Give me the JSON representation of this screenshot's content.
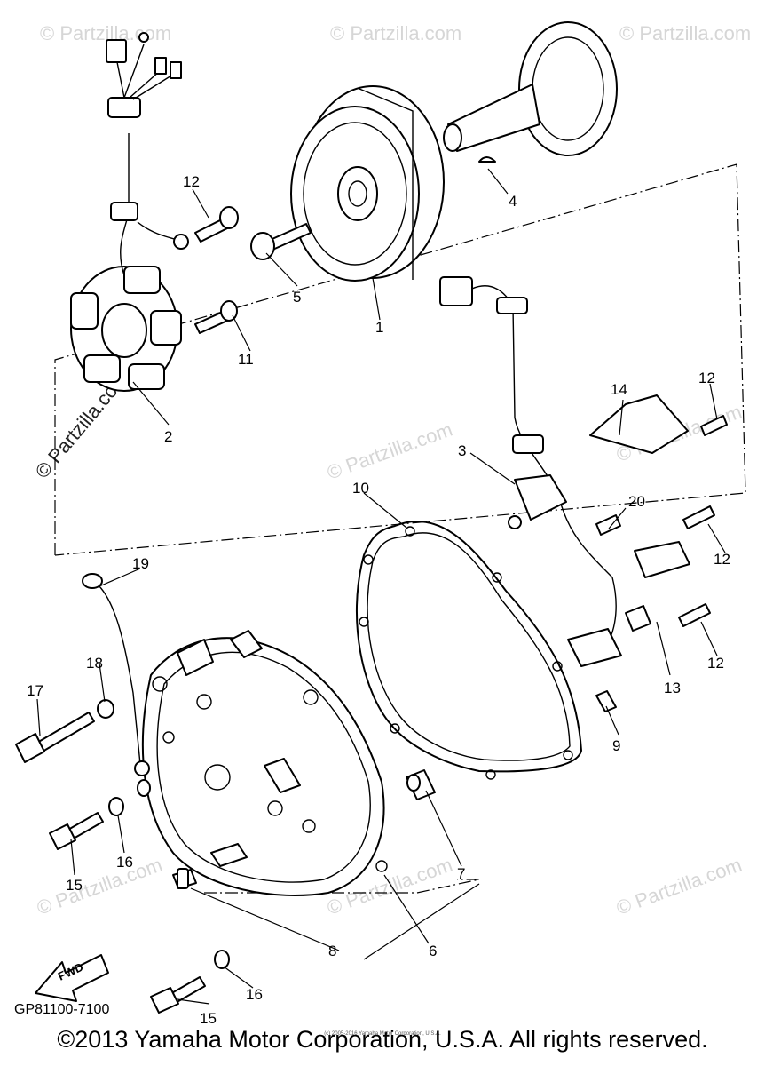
{
  "diagram": {
    "code": "GP81100-7100",
    "direction_label": "FWD",
    "copyright": "©2013 Yamaha Motor Corporation, U.S.A. All rights reserved.",
    "small_credit": "(c) 2005-2016 Yamaha Motor Corporation, U.S.A.",
    "watermark": "© Partzilla.com",
    "callouts": [
      "1",
      "2",
      "3",
      "4",
      "5",
      "6",
      "7",
      "8",
      "9",
      "10",
      "11",
      "12",
      "12",
      "12",
      "12",
      "13",
      "14",
      "15",
      "15",
      "16",
      "16",
      "17",
      "18",
      "19",
      "20"
    ]
  }
}
